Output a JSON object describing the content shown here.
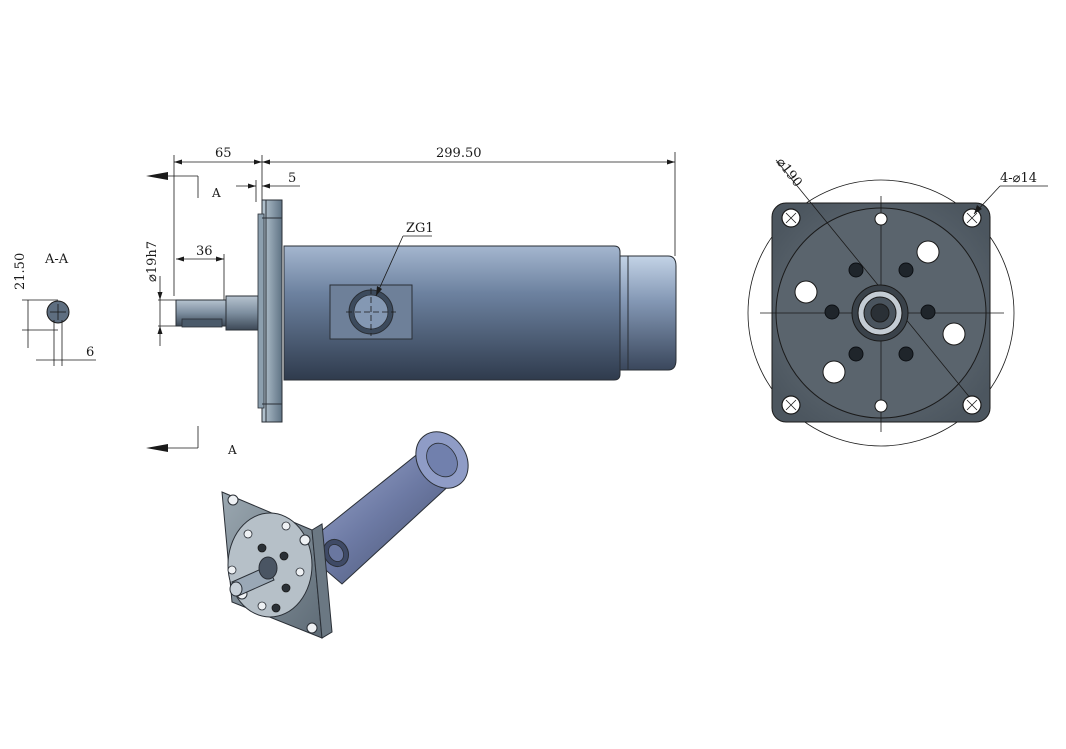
{
  "drawing": {
    "section_label": "A-A",
    "section_marker": "A",
    "dimensions": {
      "shaft_length": "65",
      "body_length": "299.50",
      "flange_thickness": "5",
      "shaft_diameter": "⌀19h7",
      "key_length": "36",
      "key_height": "21.50",
      "key_width": "6",
      "port_label": "ZG1",
      "bolt_circle": "⌀190",
      "bolt_holes": "4-⌀14"
    },
    "colors": {
      "body": "#5b6e88",
      "flange": "#7e92a4",
      "line": "#1a1a1a"
    }
  }
}
